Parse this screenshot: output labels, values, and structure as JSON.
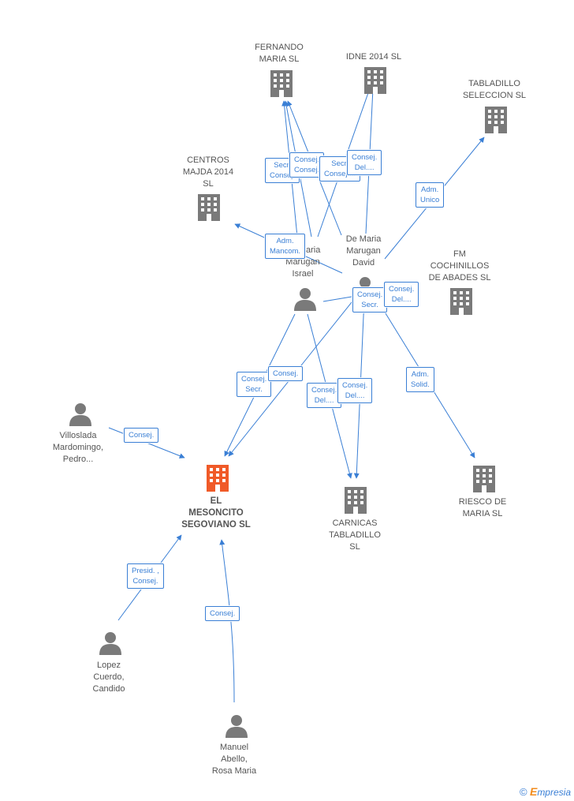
{
  "nodes": {
    "fernando": {
      "type": "company",
      "label": "FERNANDO\nMARIA  SL"
    },
    "idne": {
      "type": "company",
      "label": "IDNE 2014  SL"
    },
    "tabladillo_sel": {
      "type": "company",
      "label": "TABLADILLO\nSELECCION SL"
    },
    "centros": {
      "type": "company",
      "label": "CENTROS\nMAJDA 2014\nSL"
    },
    "israel": {
      "type": "person",
      "label": "De Maria\nMarugan\nIsrael"
    },
    "david": {
      "type": "person",
      "label": "De Maria\nMarugan\nDavid"
    },
    "fm": {
      "type": "company",
      "label": "FM\nCOCHINILLOS\nDE ABADES  SL"
    },
    "villoslada": {
      "type": "person",
      "label": "Villoslada\nMardomingo,\nPedro..."
    },
    "main": {
      "type": "company-main",
      "label": "EL\nMESONCITO\nSEGOVIANO SL"
    },
    "carnicas": {
      "type": "company",
      "label": "CARNICAS\nTABLADILLO\nSL"
    },
    "riesco": {
      "type": "company",
      "label": "RIESCO DE\nMARIA  SL"
    },
    "lopez": {
      "type": "person",
      "label": "Lopez\nCuerdo,\nCandido"
    },
    "manuel": {
      "type": "person",
      "label": "Manuel\nAbello,\nRosa Maria"
    }
  },
  "edge_labels": {
    "secr_consej_1": "Secr.\nConsej.",
    "consej_consej": "Consej.\nConsej.",
    "secr_consej_2": "Secr.\nConsej....",
    "consej_del_idne": "Consej.\nDel....",
    "adm_unico": "Adm.\nUnico",
    "adm_mancom": "Adm.\nMancom.",
    "consej_secr_david": "Consej.\nSecr.",
    "consej_del_david": "Consej.\nDel....",
    "consej_secr_main": "Consej.\nSecr.",
    "consej_main": "Consej.",
    "consej_del_carn_1": "Consej.\nDel....",
    "consej_del_carn_2": "Consej.\nDel....",
    "adm_solid": "Adm.\nSolid.",
    "consej_villoslada": "Consej.",
    "presid_consej": "Presid. ,\nConsej.",
    "consej_manuel": "Consej."
  },
  "colors": {
    "edge": "#3a7fd5",
    "icon": "#7a7a7a",
    "main_icon": "#f05a28",
    "label": "#555555"
  },
  "footer": {
    "copyright": "©",
    "brand_initial": "E",
    "brand_rest": "mpresia"
  }
}
